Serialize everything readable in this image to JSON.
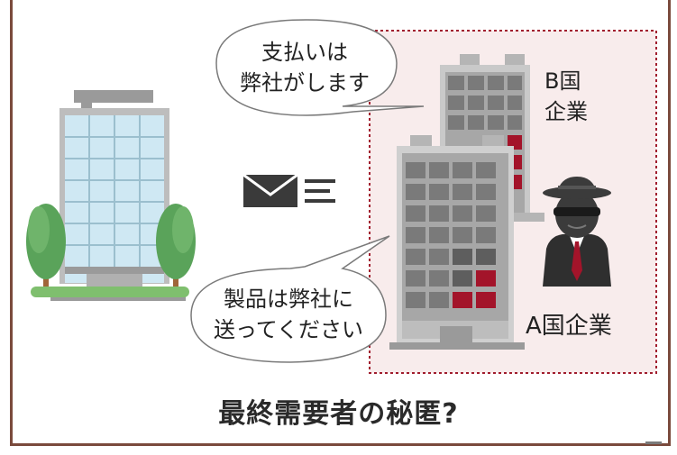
{
  "bubble_top": {
    "line1": "支払いは",
    "line2": "弊社がします"
  },
  "bubble_bottom": {
    "line1": "製品は弊社に",
    "line2": "送ってください"
  },
  "label_b": {
    "line1": "B国",
    "line2": "企業"
  },
  "label_a": "A国企業",
  "caption": "最終需要者の秘匿?",
  "colors": {
    "frame": "#7a4a3c",
    "zone_border": "#a11d2e",
    "zone_fill": "#f8ecec",
    "accent_red": "#a3142a",
    "building_gray": "#808080",
    "glass_blue": "#bfe0ef",
    "tree_green": "#5aa35a"
  },
  "icons": [
    "office-building-icon",
    "envelope-icon",
    "tall-building-b-icon",
    "tall-building-a-icon",
    "spy-person-icon",
    "tree-icon"
  ]
}
